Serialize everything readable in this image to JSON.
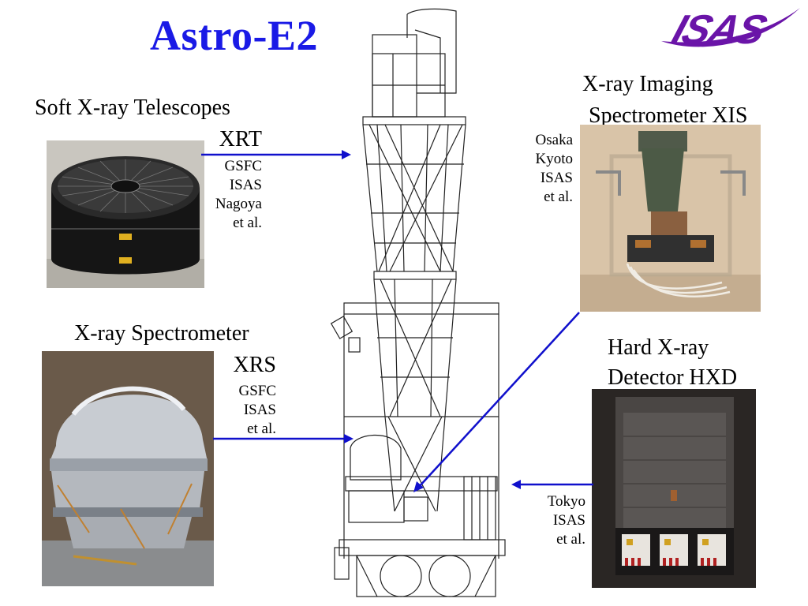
{
  "title": "Astro-E2",
  "logo": {
    "text": "ISAS"
  },
  "instruments": {
    "xrt": {
      "heading": "Soft X-ray Telescopes",
      "code": "XRT",
      "institutions": [
        "GSFC",
        "ISAS",
        "Nagoya",
        "et al."
      ]
    },
    "xrs": {
      "heading": "X-ray Spectrometer",
      "code": "XRS",
      "institutions": [
        "GSFC",
        "ISAS",
        "et al."
      ]
    },
    "xis": {
      "heading_line1": "X-ray Imaging",
      "heading_line2": "Spectrometer XIS",
      "institutions": [
        "Osaka",
        "Kyoto",
        "ISAS",
        "et al."
      ]
    },
    "hxd": {
      "heading_line1": "Hard X-ray",
      "heading_line2": "Detector HXD",
      "institutions": [
        "Tokyo",
        "ISAS",
        "et al."
      ]
    }
  },
  "colors": {
    "title": "#1a1ae6",
    "arrow": "#1010cc",
    "logo": "#6a14a8"
  }
}
